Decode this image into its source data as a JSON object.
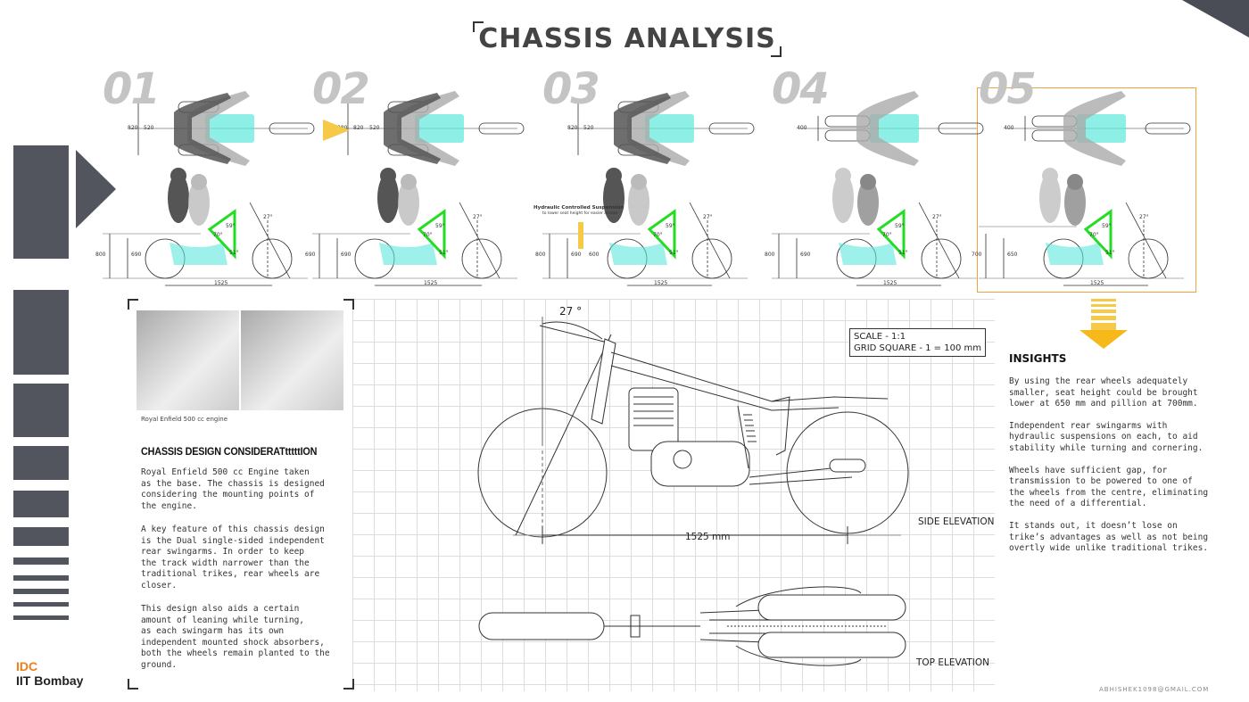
{
  "title": "CHASSIS ANALYSIS",
  "panels": [
    {
      "number": "01",
      "top_dims": [
        "820",
        "520"
      ],
      "side_dims": [
        "800",
        "690"
      ],
      "wheelbase": "1525",
      "rake": "27°",
      "angles": [
        "59°",
        "70°",
        "51°"
      ],
      "note": ""
    },
    {
      "number": "02",
      "top_dims": [
        "980",
        "820",
        "520"
      ],
      "side_dims": [
        "690",
        "690"
      ],
      "wheelbase": "1525",
      "rake": "27°",
      "angles": [
        "59°",
        "70°",
        "51°"
      ],
      "note": ""
    },
    {
      "number": "03",
      "top_dims": [
        "820",
        "520"
      ],
      "side_dims": [
        "800",
        "690",
        "600"
      ],
      "wheelbase": "1525",
      "rake": "27°",
      "angles": [
        "59°",
        "70°",
        "51°"
      ],
      "note": "Hydraulic Controlled Suspension",
      "note_sub": "to lower seat height for easier access"
    },
    {
      "number": "04",
      "top_dims": [
        "400"
      ],
      "side_dims": [
        "800",
        "690"
      ],
      "wheelbase": "1525",
      "rake": "27°",
      "angles": [
        "59°",
        "70°",
        "51°"
      ],
      "note": ""
    },
    {
      "number": "05",
      "top_dims": [
        "400"
      ],
      "side_dims": [
        "700",
        "650"
      ],
      "wheelbase": "1525",
      "rake": "27°",
      "angles": [
        "59°",
        "70°",
        "51°"
      ],
      "note": ""
    }
  ],
  "left": {
    "engine_caption": "Royal Enfield 500 cc engine",
    "heading": "CHASSIS DESIGN CONSIDERATtttttION",
    "paragraphs": [
      "Royal Enfield 500 cc Engine taken\nas the base. The chassis is designed\nconsidering the mounting points of\nthe engine.",
      "A key feature of this chassis design\nis the Dual single-sided independent\nrear swingarms. In order to keep\nthe track width narrower than the\ntraditional trikes, rear wheels are\ncloser.",
      "This design also aids a certain\namount of leaning while turning,\nas each swingarm has its own\nindependent mounted shock absorbers,\nboth the wheels remain planted to the\nground."
    ]
  },
  "drawing": {
    "scale": "SCALE - 1:1",
    "grid": "GRID SQUARE - 1 = 100 mm",
    "rake": "27 °",
    "wheelbase": "1525 mm",
    "side_label": "SIDE ELEVATION",
    "top_label": "TOP ELEVATION"
  },
  "insights": {
    "heading": "INSIGHTS",
    "paragraphs": [
      "By using the rear wheels adequately\nsmaller, seat height could be brought\nlower at 650 mm and pillion at 700mm.",
      "Independent rear swingarms with\nhydraulic suspensions on each, to aid\nstability while turning and cornering.",
      "Wheels have sufficient gap, for\ntransmission to be powered to one of\nthe wheels from the centre, eliminating\nthe need of a differential.",
      "It stands out, it doesn’t lose on\ntrike’s advantages as well as not being\novertly wide unlike traditional trikes."
    ]
  },
  "logo": {
    "line1": "IDC",
    "line2": "IIT Bombay"
  },
  "email": "ABHISHEK1098@GMAIL.COM",
  "colors": {
    "accent": "#f2a23a",
    "triangle": "#22dd22",
    "cyan": "#5ee8dc",
    "sidebar": "#52555e",
    "arrow": "#f7c948",
    "idc": "#f07f1a"
  }
}
